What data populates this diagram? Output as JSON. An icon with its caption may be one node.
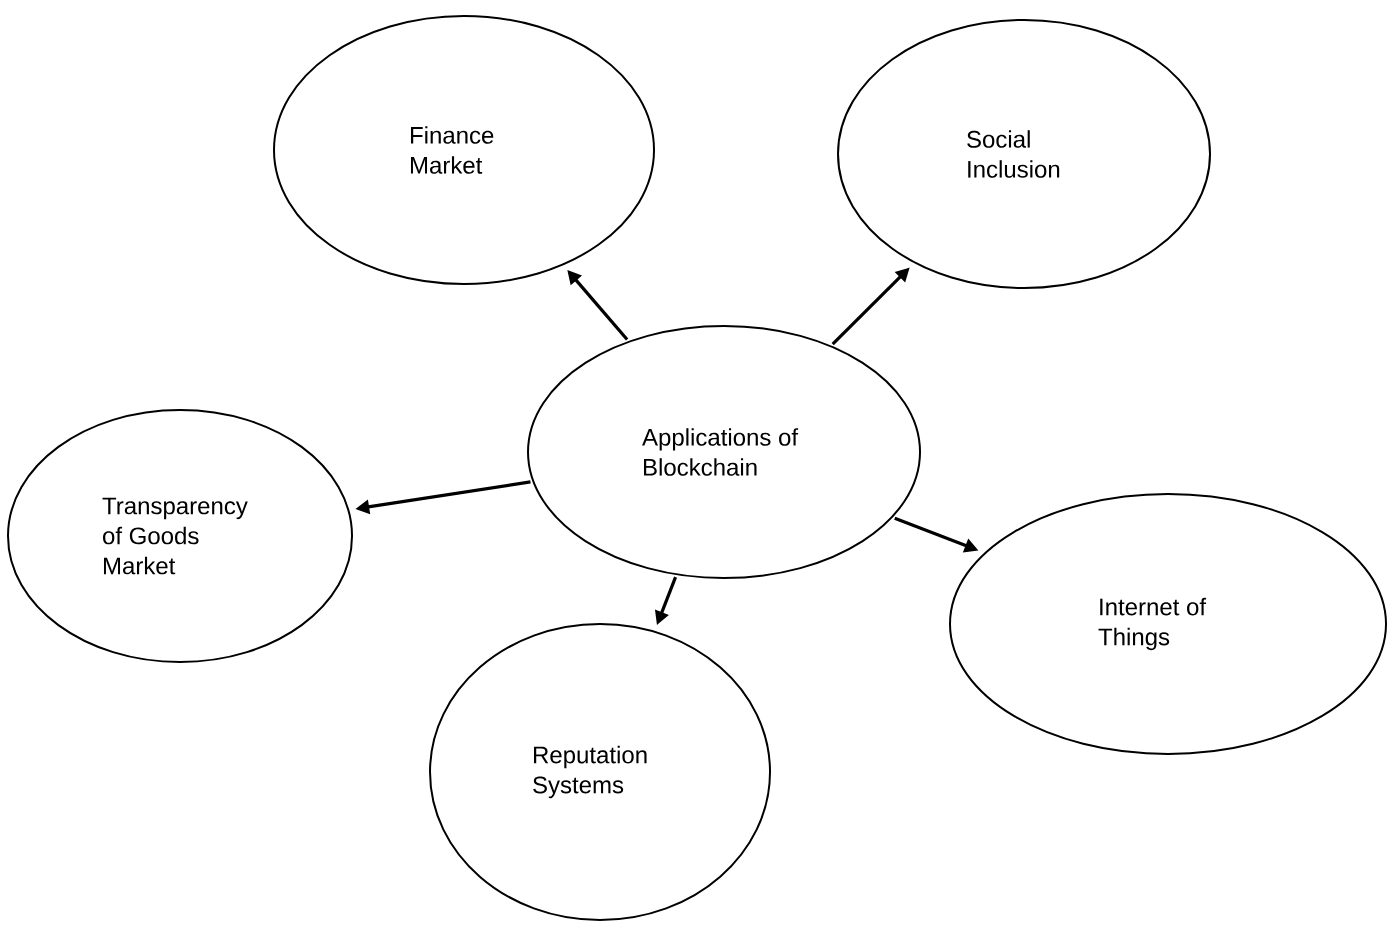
{
  "diagram": {
    "nodes": [
      {
        "text": [
          "Applications of Blockchain"
        ]
      },
      {
        "text": [
          "Finance Market"
        ]
      },
      {
        "text": [
          "Social Inclusion"
        ]
      },
      {
        "text": [
          "Transparency of Goods Market"
        ]
      },
      {
        "text": [
          "Internet of Things"
        ]
      },
      {
        "text": [
          "Reputation Systems"
        ]
      }
    ],
    "edges": [
      {
        "from": 0,
        "to": 1,
        "arrow": "to"
      },
      {
        "from": 0,
        "to": 2,
        "arrow": "to"
      },
      {
        "from": 0,
        "to": 3,
        "arrow": "to"
      },
      {
        "from": 0,
        "to": 4,
        "arrow": "to"
      },
      {
        "from": 0,
        "to": 5,
        "arrow": "to"
      }
    ]
  }
}
